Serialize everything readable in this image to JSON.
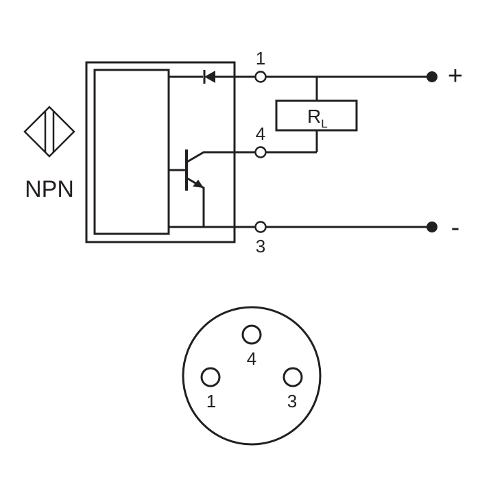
{
  "sensor": {
    "type_label": "NPN",
    "symbol_icon": "inductive-sensor-diamond-icon"
  },
  "terminals": {
    "t1": "1",
    "t4": "4",
    "t3": "3"
  },
  "load": {
    "label": "R",
    "subscript": "L"
  },
  "supply": {
    "plus": "+",
    "minus": "-"
  },
  "connector": {
    "pin_top": "4",
    "pin_left": "1",
    "pin_right": "3"
  },
  "colors": {
    "ink": "#231f20",
    "background": "#ffffff"
  }
}
